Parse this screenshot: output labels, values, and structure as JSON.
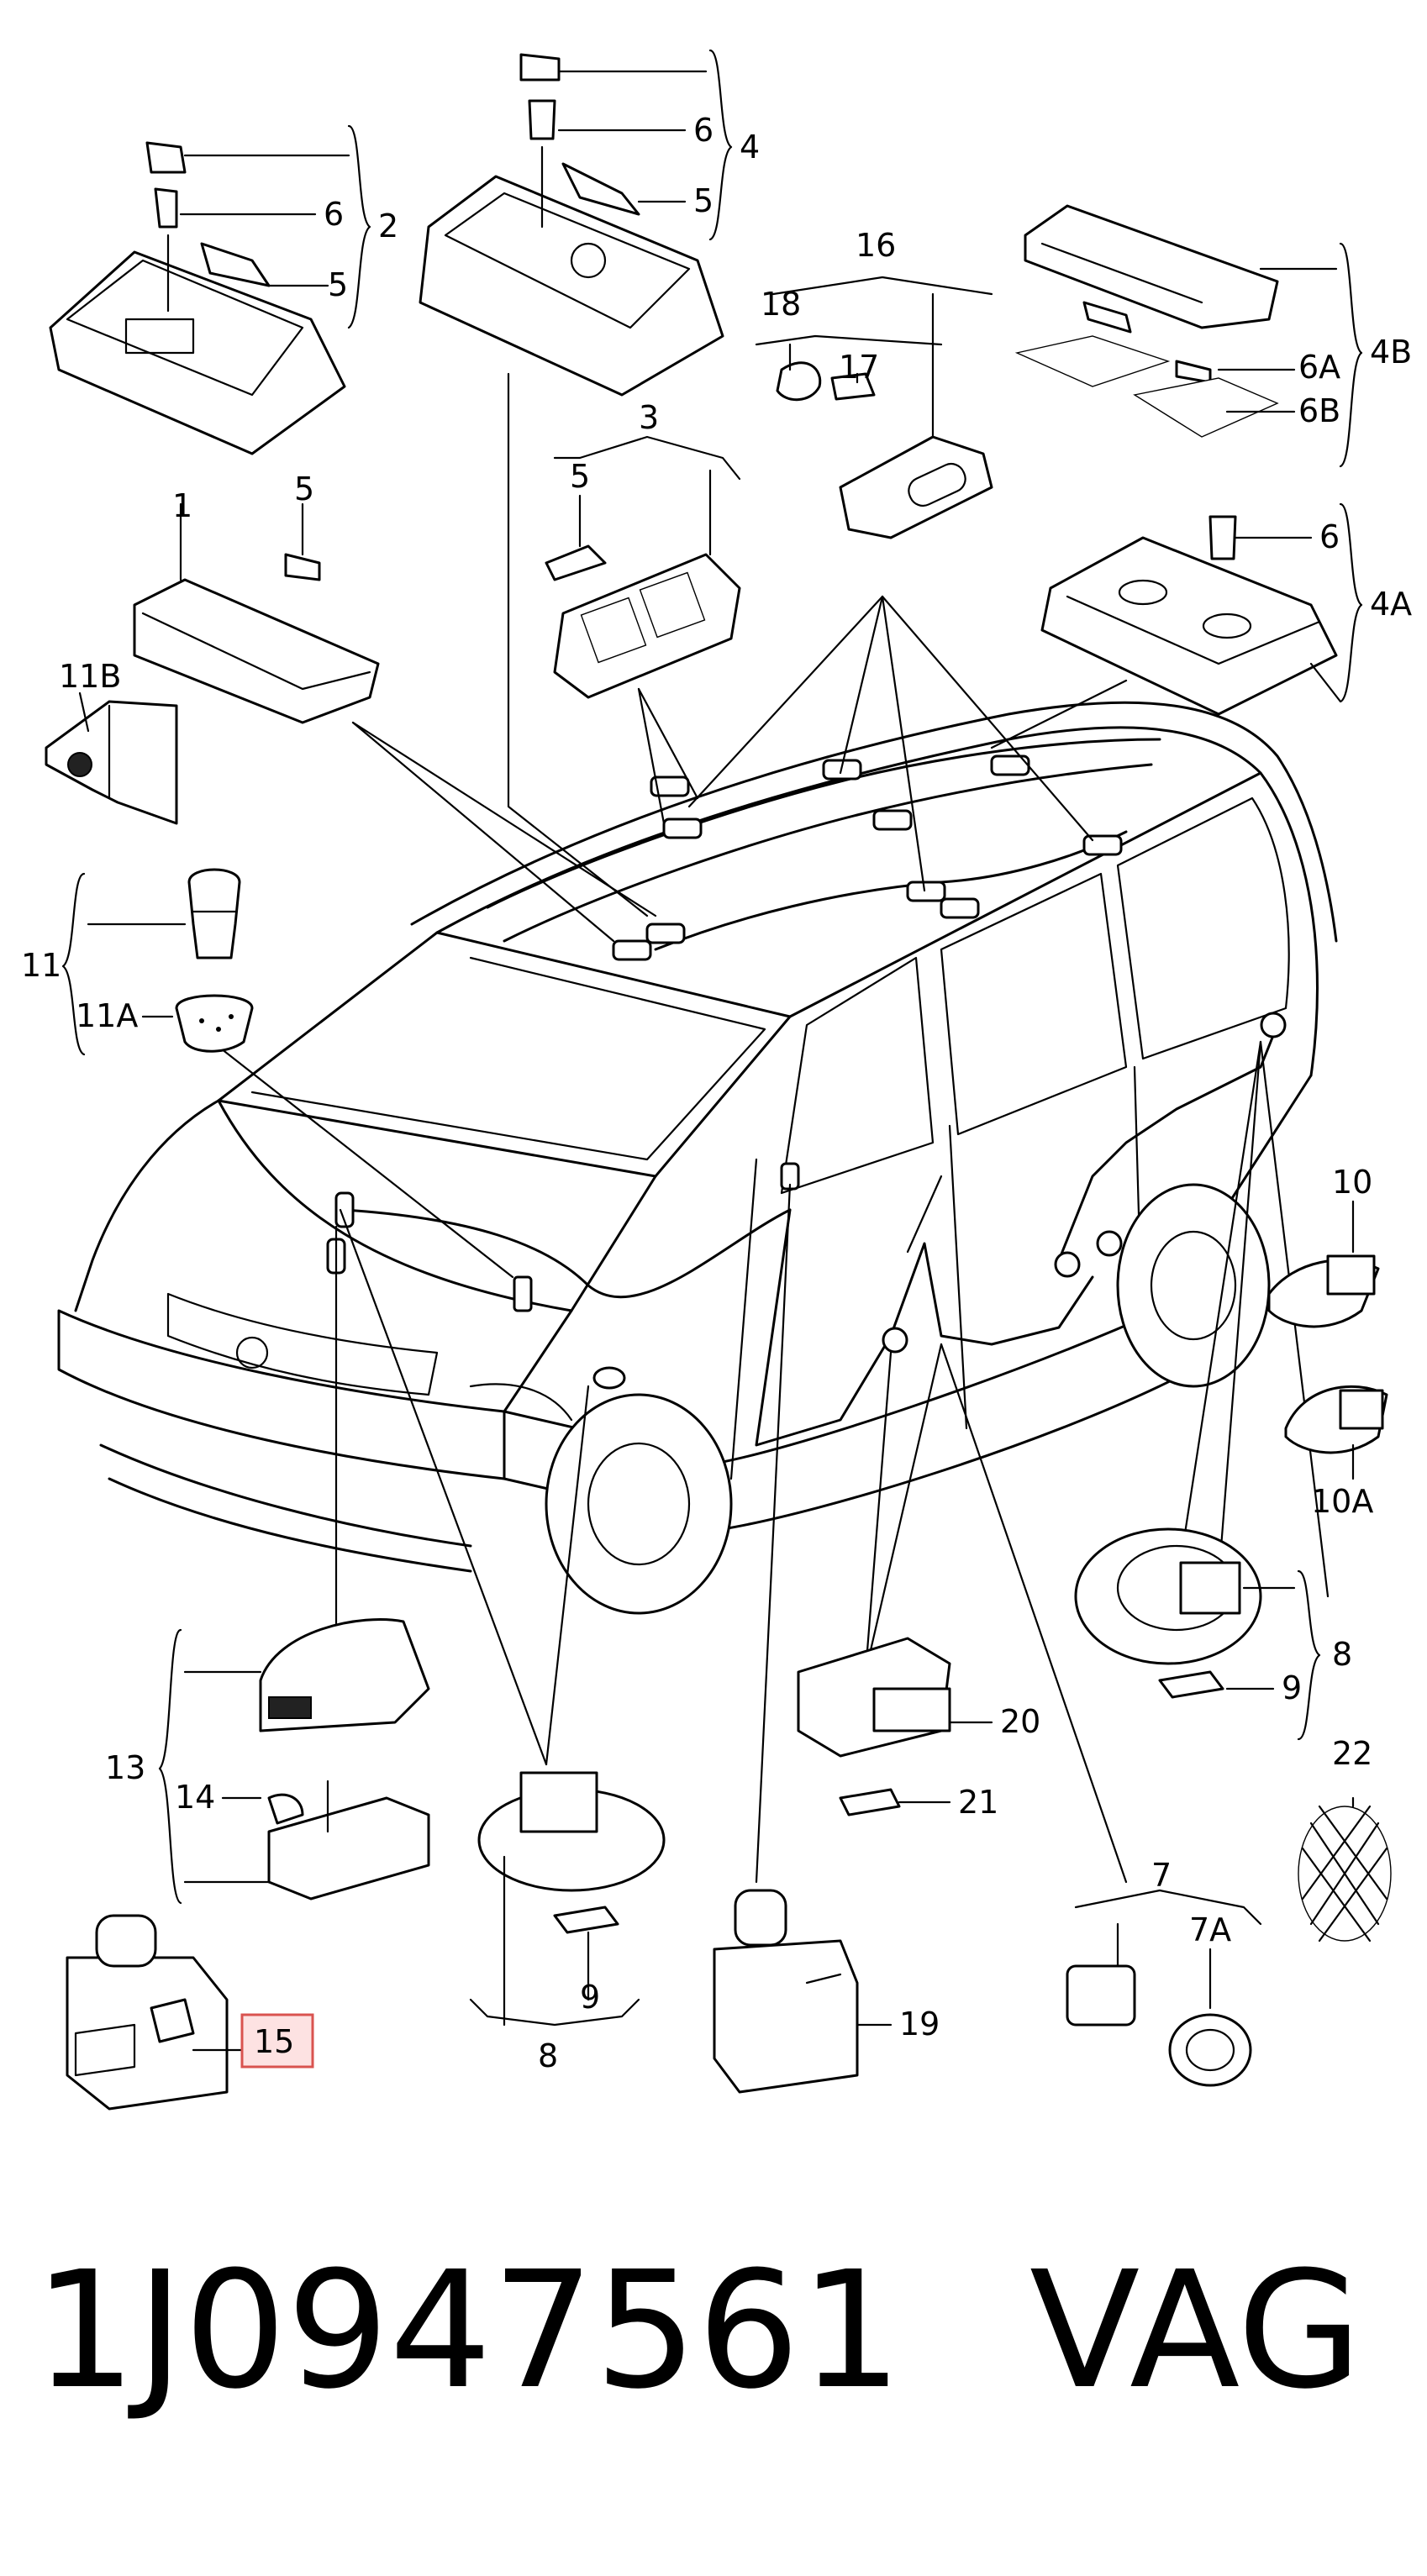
{
  "diagram": {
    "labels": {
      "l1": "1",
      "l2": "2",
      "l3": "3",
      "l4": "4",
      "l4a": "4A",
      "l4b": "4B",
      "l5a": "5",
      "l5b": "5",
      "l5c": "5",
      "l5d": "5",
      "l6a": "6",
      "l6b": "6",
      "l6c": "6",
      "l6A": "6A",
      "l6B": "6B",
      "l7": "7",
      "l7A": "7A",
      "l8a": "8",
      "l8b": "8",
      "l9a": "9",
      "l9b": "9",
      "l10": "10",
      "l10A": "10A",
      "l11": "11",
      "l11A": "11A",
      "l11B": "11B",
      "l13": "13",
      "l14": "14",
      "l15": "15",
      "l16": "16",
      "l17": "17",
      "l18": "18",
      "l19": "19",
      "l20": "20",
      "l21": "21",
      "l22": "22"
    },
    "highlight_color": "#d9534f"
  },
  "footer": {
    "part_number": "1J0947561",
    "brand": "VAG"
  }
}
